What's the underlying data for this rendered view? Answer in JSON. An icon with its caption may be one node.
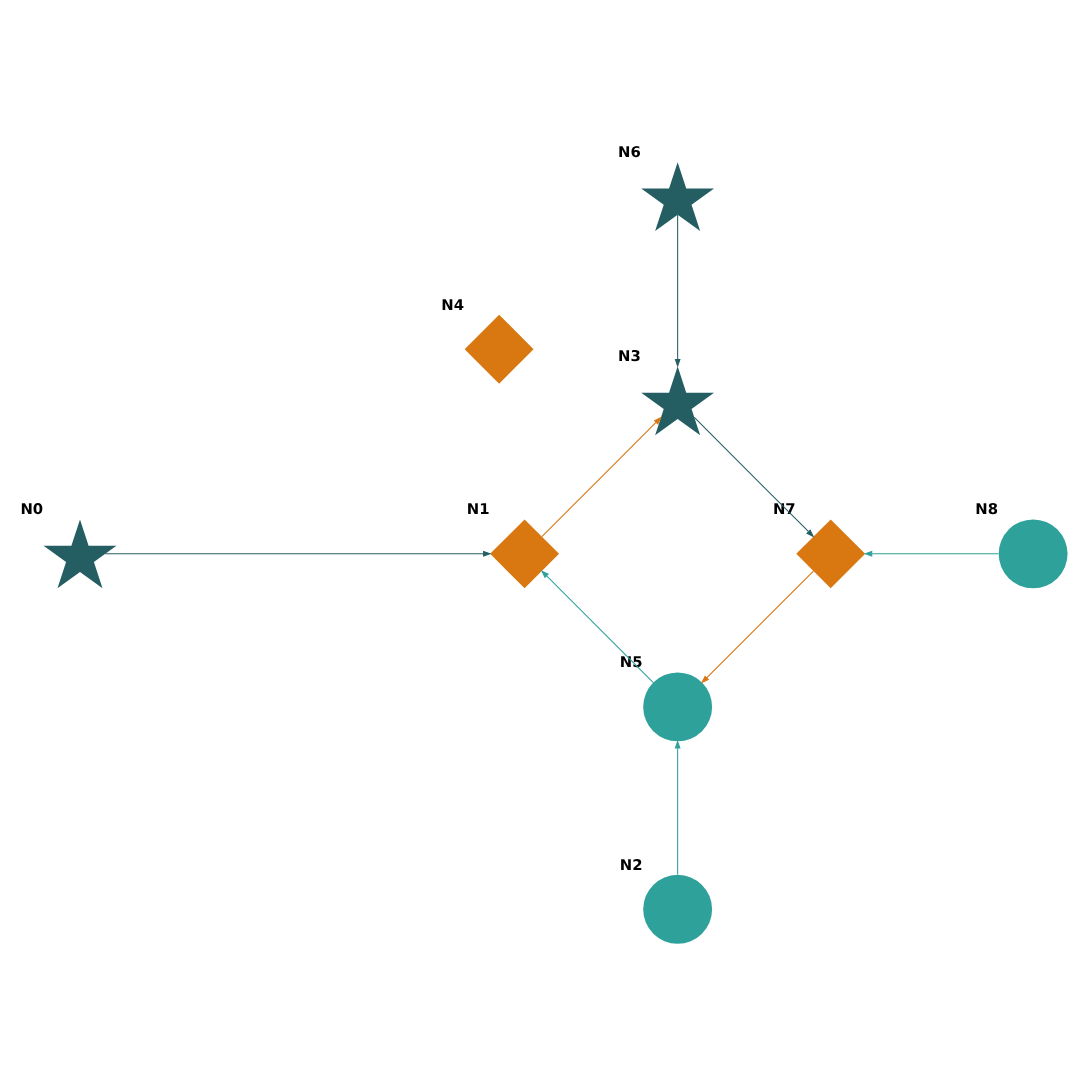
{
  "diagram": {
    "nodes": [
      {
        "text": [
          "N0"
        ]
      },
      {
        "text": [
          "N1"
        ]
      },
      {
        "text": [
          "N2"
        ]
      },
      {
        "text": [
          "N3"
        ]
      },
      {
        "text": [
          "N4"
        ]
      },
      {
        "text": [
          "N5"
        ]
      },
      {
        "text": [
          "N6"
        ]
      },
      {
        "text": [
          "N7"
        ]
      },
      {
        "text": [
          "N8"
        ]
      }
    ],
    "edges": [
      {
        "from": 0,
        "to": 1,
        "arrow": "to",
        "color": "#245e63"
      },
      {
        "from": 1,
        "to": 3,
        "arrow": "to",
        "color": "#d97711"
      },
      {
        "from": 2,
        "to": 5,
        "arrow": "to",
        "color": "#2fa19b"
      },
      {
        "from": 3,
        "to": 7,
        "arrow": "to",
        "color": "#245e63"
      },
      {
        "from": 5,
        "to": 1,
        "arrow": "to",
        "color": "#2fa19b"
      },
      {
        "from": 6,
        "to": 3,
        "arrow": "to",
        "color": "#245e63"
      },
      {
        "from": 7,
        "to": 5,
        "arrow": "to",
        "color": "#d97711"
      },
      {
        "from": 8,
        "to": 7,
        "arrow": "to",
        "color": "#2fa19b"
      }
    ]
  }
}
